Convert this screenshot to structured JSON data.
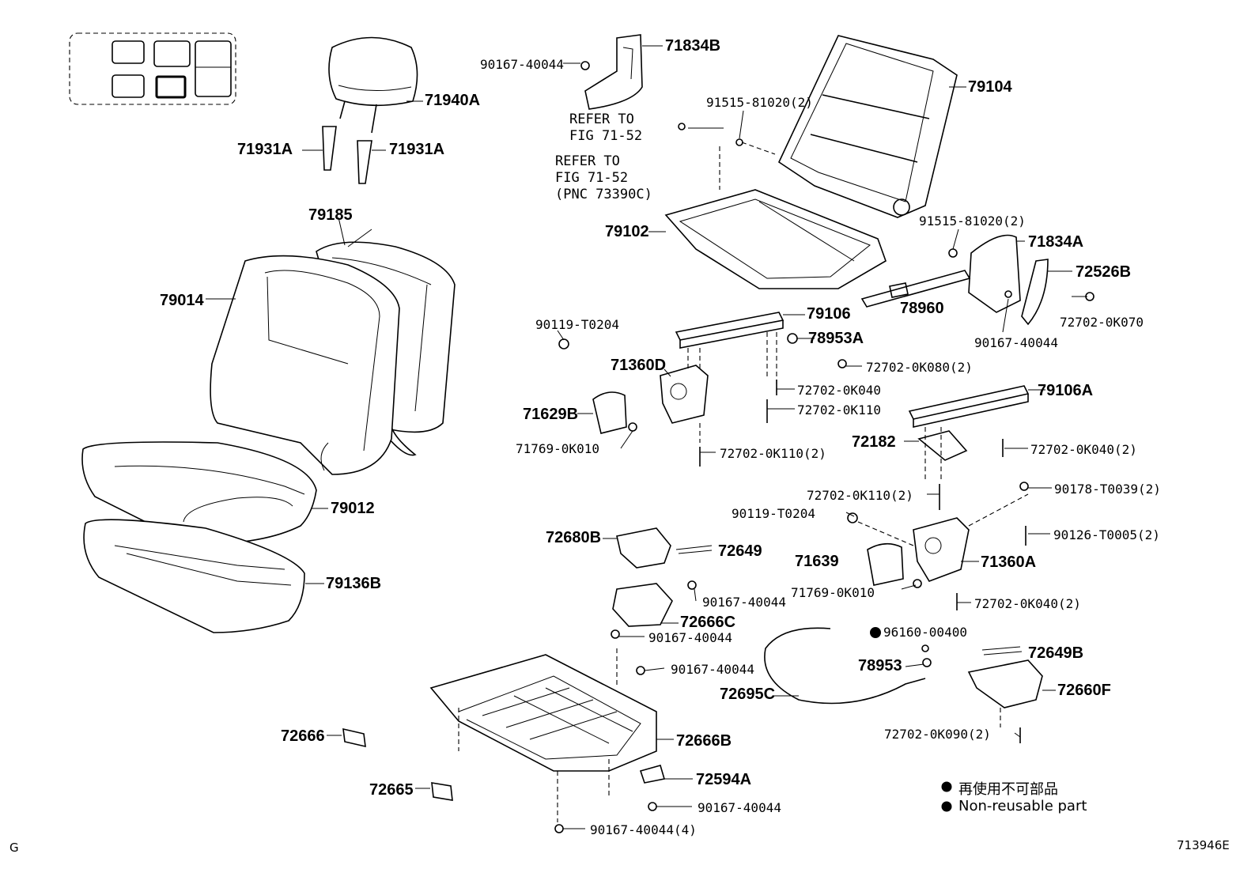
{
  "labels": {
    "headrest": "71940A",
    "guide_left": "71931A",
    "guide_right": "71931A",
    "seatback_cover_rear": "79185",
    "seatback_cover": "79014",
    "cushion_cover": "79012",
    "cushion_pad": "79136B",
    "hinge_cover_upper": "71834B",
    "clip_upper": "90167-40044",
    "refer1_line1": "REFER TO",
    "refer1_line2": "FIG 71-52",
    "refer2_line1": "REFER TO",
    "refer2_line2": "FIG 71-52",
    "refer2_line3": "(PNC 73390C)",
    "back_frame": "79104",
    "bolt_top": "91515-81020(2)",
    "bolt_mid": "91515-81020(2)",
    "cushion_frame": "79102",
    "hinge_cover": "71834A",
    "cover_b": "72526B",
    "belt": "78960",
    "adjuster": "79106",
    "clip_mid": "90167-40044",
    "bolt_k070": "72702-0K070",
    "bolt_t0204_a": "90119-T0204",
    "bushing": "78953A",
    "bolt_k080": "72702-0K080(2)",
    "lock_d": "71360D",
    "bolt_k040_a": "72702-0K040",
    "bolt_k110_a": "72702-0K110",
    "cover_629b": "71629B",
    "clip_k010_a": "71769-0K010",
    "bolt_k110_b": "72702-0K110(2)",
    "adjuster_a": "79106A",
    "bracket": "72182",
    "bolt_k040_b": "72702-0K040(2)",
    "bolt_k110_c": "72702-0K110(2)",
    "nut_t0039": "90178-T0039(2)",
    "bolt_t0204_b": "90119-T0204",
    "stud_t0005": "90126-T0005(2)",
    "release_b": "72680B",
    "spring": "72649",
    "cover_639": "71639",
    "lock_a": "71360A",
    "clip_k010_b": "71769-0K010",
    "clip_c1": "90167-40044",
    "bolt_k040_c": "72702-0K040(2)",
    "housing_c": "72666C",
    "clip_c2": "90167-40044",
    "ring": "96160-00400",
    "spring_b": "72649B",
    "clip_c3": "90167-40044",
    "bushing_b": "78953",
    "cable": "72695C",
    "lever_f": "72660F",
    "bolt_k090": "72702-0K090(2)",
    "pan": "72666B",
    "cap_666": "72666",
    "pad_594a": "72594A",
    "cap_665": "72665",
    "clip_bottom": "90167-40044",
    "clip_bottom4": "90167-40044(4)"
  },
  "legend": {
    "jp": "再使用不可部品",
    "en": "Non-reusable part"
  },
  "corner_left": "G",
  "corner_right": "713946E"
}
